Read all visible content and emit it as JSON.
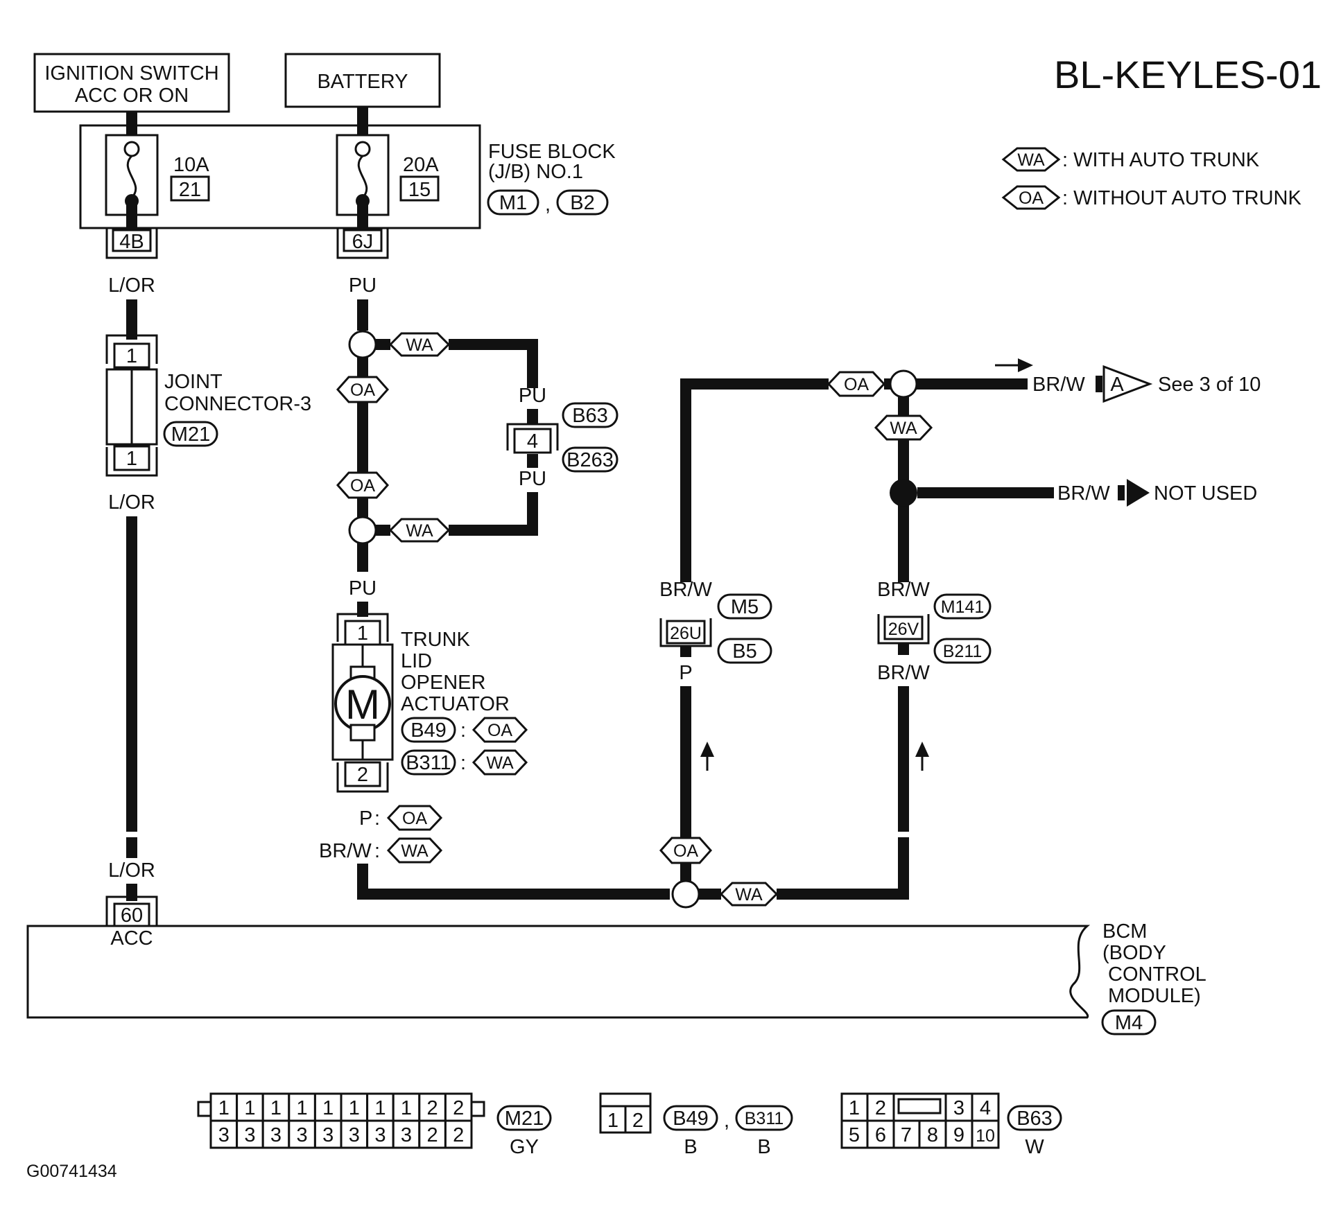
{
  "diagram": {
    "code": "BL-KEYLES-01",
    "figure_id": "G00741434",
    "legend": [
      {
        "tag": "WA",
        "text": ": WITH AUTO TRUNK"
      },
      {
        "tag": "OA",
        "text": ": WITHOUT AUTO TRUNK"
      }
    ],
    "sources": {
      "ignition_line1": "IGNITION SWITCH",
      "ignition_line2": "ACC OR ON",
      "battery": "BATTERY"
    },
    "fuse_block": {
      "title_line1": "FUSE BLOCK",
      "title_line2": "(J/B) NO.1",
      "connectors": [
        "M1",
        "B2"
      ],
      "fuses": [
        {
          "amps": "10A",
          "number": "21",
          "terminal": "4B"
        },
        {
          "amps": "20A",
          "number": "15",
          "terminal": "6J"
        }
      ]
    },
    "joint_connector": {
      "title_line1": "JOINT",
      "title_line2": "CONNECTOR-3",
      "connector": "M21",
      "pin_top": "1",
      "pin_bottom": "1"
    },
    "wire_colors": {
      "l_or": "L/OR",
      "pu": "PU",
      "p": "P",
      "br_w": "BR/W"
    },
    "inline_connector": {
      "pin": "4",
      "conn_top": "B63",
      "conn_bottom": "B263"
    },
    "actuator": {
      "title_lines": [
        "TRUNK",
        "LID",
        "OPENER",
        "ACTUATOR"
      ],
      "motor_symbol": "M",
      "pin_top": "1",
      "pin_bottom": "2",
      "variants": [
        {
          "connector": "B49",
          "tag": "OA"
        },
        {
          "connector": "B311",
          "tag": "WA"
        }
      ],
      "output_variants": [
        {
          "color": "P",
          "tag": "OA"
        },
        {
          "color": "BR/W",
          "tag": "WA"
        }
      ]
    },
    "bcm_connectors": [
      {
        "terminal": "26U",
        "conn_top": "M5",
        "conn_bottom": "B5"
      },
      {
        "terminal": "26V",
        "conn_top": "M141",
        "conn_bottom": "B211"
      }
    ],
    "outputs": [
      {
        "color": "BR/W",
        "tag": "A",
        "text": "See 3 of 10"
      },
      {
        "color": "BR/W",
        "text": "NOT USED"
      }
    ],
    "bcm": {
      "lines": [
        "BCM",
        "(BODY",
        "CONTROL",
        "MODULE)"
      ],
      "connector": "M4",
      "acc_pin": "60",
      "acc_label": "ACC"
    },
    "pin_views": [
      {
        "connector": "M21",
        "color": "GY",
        "rows": [
          [
            "1",
            "1",
            "1",
            "1",
            "1",
            "1",
            "1",
            "1",
            "2",
            "2"
          ],
          [
            "3",
            "3",
            "3",
            "3",
            "3",
            "3",
            "3",
            "3",
            "2",
            "2"
          ]
        ]
      },
      {
        "connectors": [
          "B49",
          "B311"
        ],
        "colors": [
          "B",
          "B"
        ],
        "pins": [
          "1",
          "2"
        ]
      },
      {
        "connector": "B63",
        "color": "W",
        "rows": [
          [
            "1",
            "2",
            "",
            "3",
            "4"
          ],
          [
            "5",
            "6",
            "7",
            "8",
            "9",
            "10"
          ]
        ]
      }
    ]
  }
}
